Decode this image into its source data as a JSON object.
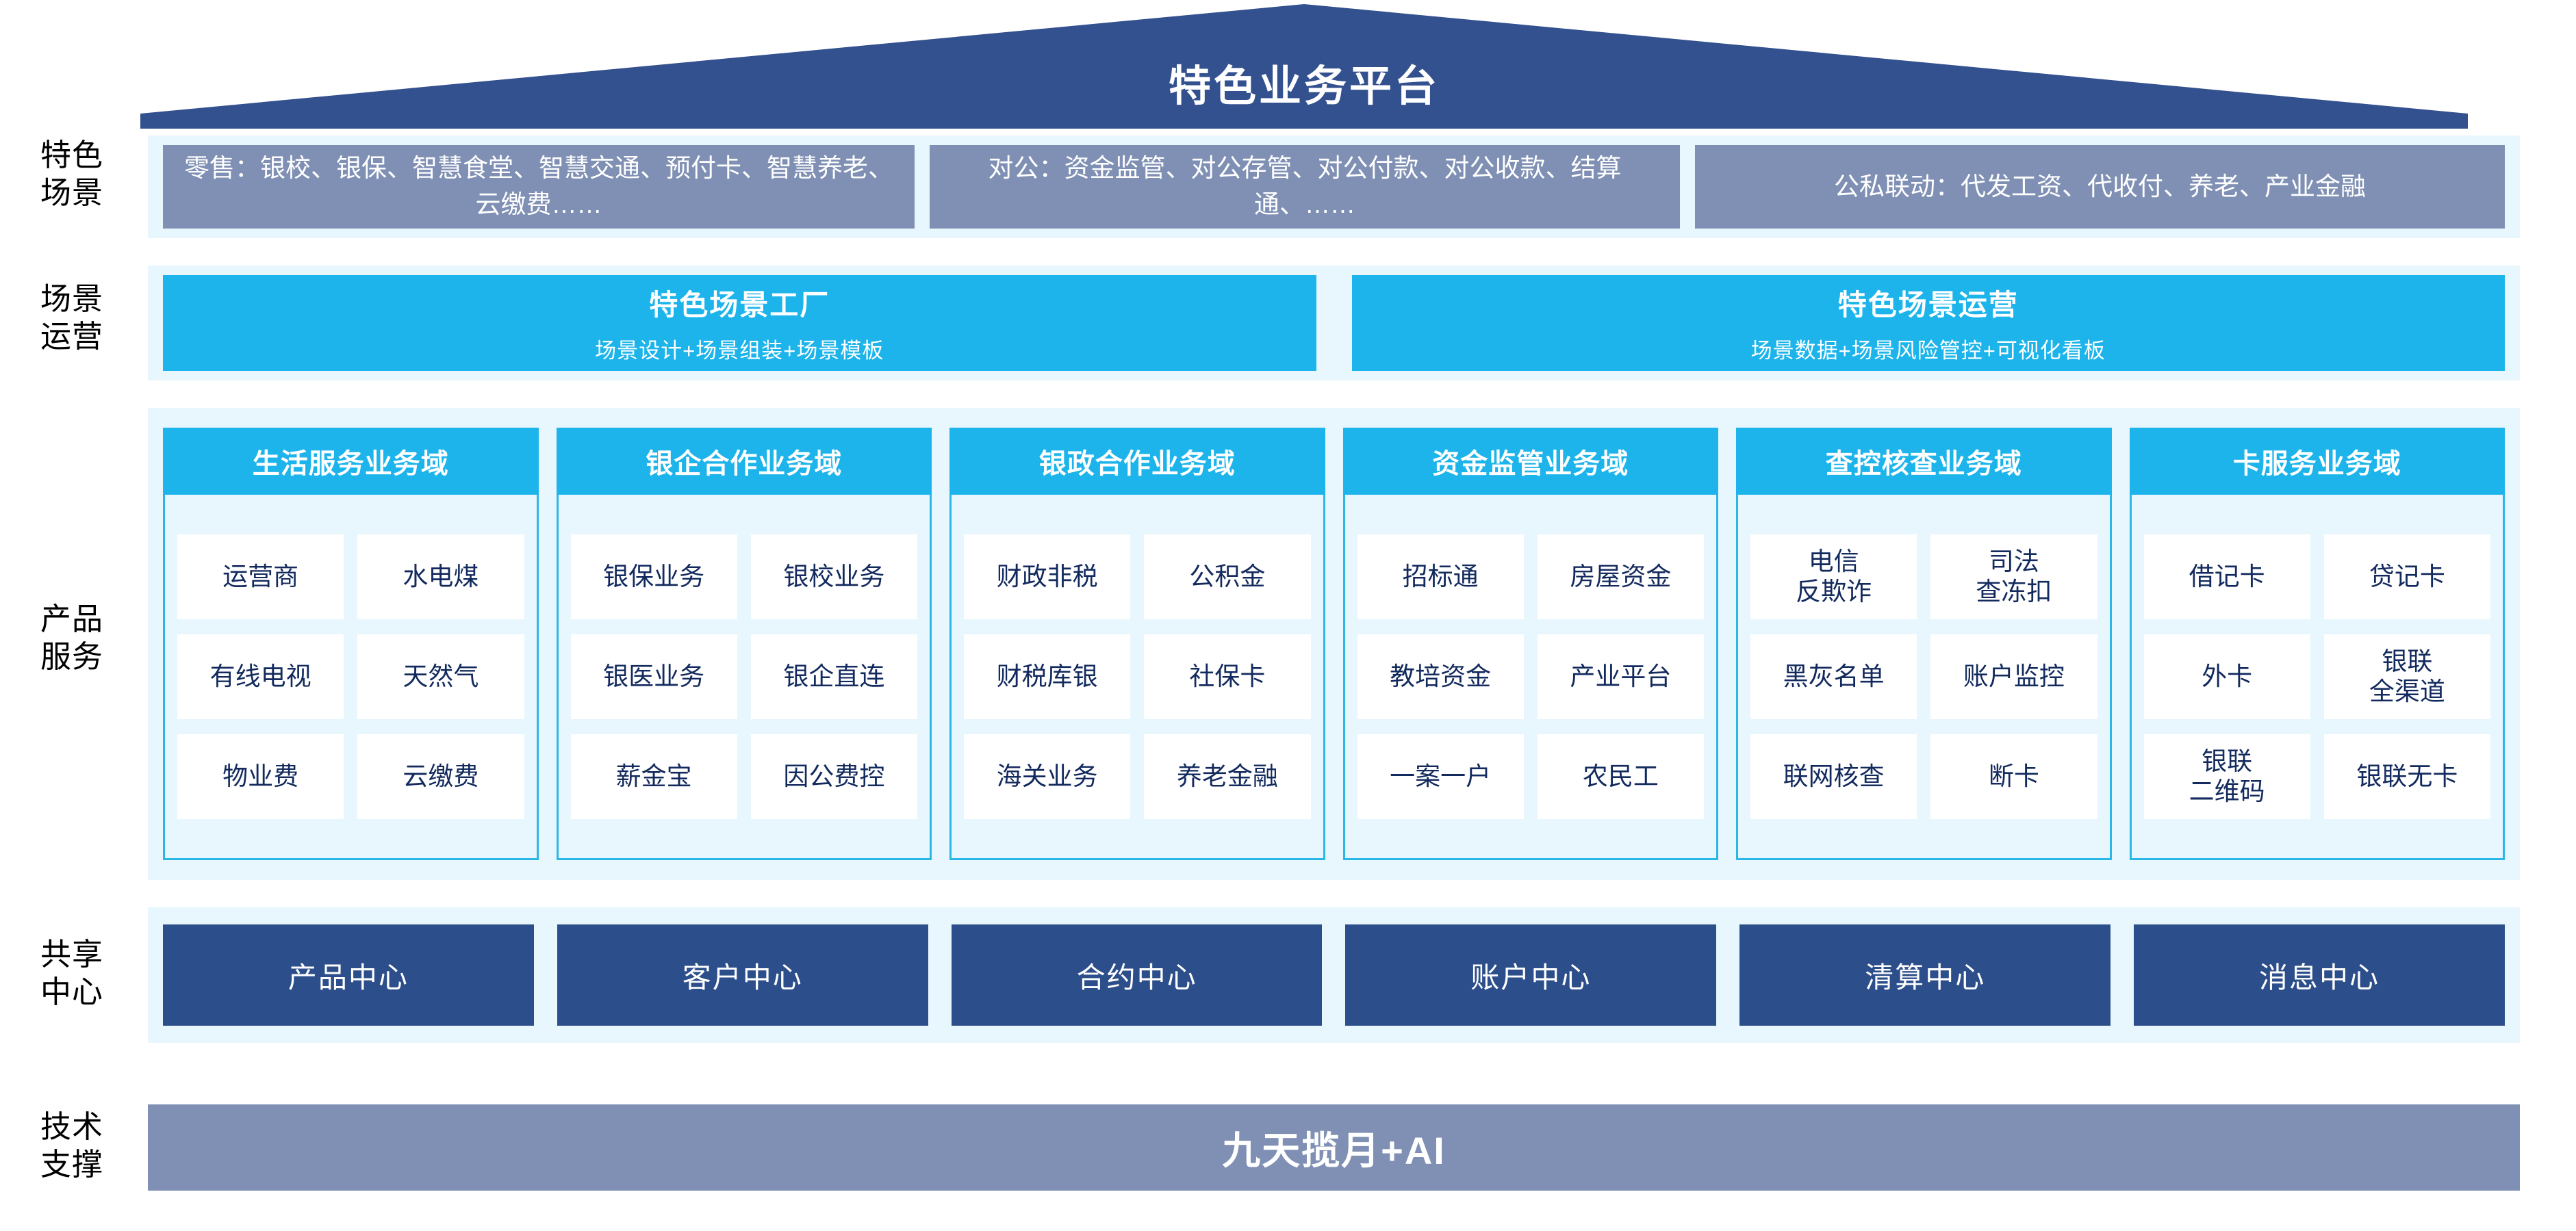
{
  "header": {
    "title": "特色业务平台",
    "roof_color": "#33508f"
  },
  "colors": {
    "band_bg": "#e8f7fd",
    "scenario_box": "#7f90b4",
    "cyan": "#1cb4ea",
    "deep_blue": "#2c4e8a",
    "roof": "#33508f",
    "tech_bar": "#7f90b4",
    "cell_text": "#132a5e"
  },
  "row_labels": {
    "scenario": "特色\n场景",
    "operation": "场景\n运营",
    "product": "产品\n服务",
    "center": "共享\n中心",
    "tech": "技术\n支撑"
  },
  "scenarios": [
    {
      "name": "retail-scenario",
      "text": "零售：银校、银保、智慧食堂、智慧交通、预付卡、智慧养老、云缴费……"
    },
    {
      "name": "corporate-scenario",
      "text": "对公：资金监管、对公存管、对公付款、对公收款、结算通、……"
    },
    {
      "name": "linkage-scenario",
      "text": "公私联动：代发工资、代收付、养老、产业金融"
    }
  ],
  "operations": [
    {
      "title": "特色场景工厂",
      "subtitle": "场景设计+场景组装+场景模板"
    },
    {
      "title": "特色场景运营",
      "subtitle": "场景数据+场景风险管控+可视化看板"
    }
  ],
  "domains": [
    {
      "title": "生活服务业务域",
      "rows": [
        [
          "运营商",
          "水电煤"
        ],
        [
          "有线电视",
          "天然气"
        ],
        [
          "物业费",
          "云缴费"
        ]
      ]
    },
    {
      "title": "银企合作业务域",
      "rows": [
        [
          "银保业务",
          "银校业务"
        ],
        [
          "银医业务",
          "银企直连"
        ],
        [
          "薪金宝",
          "因公费控"
        ]
      ]
    },
    {
      "title": "银政合作业务域",
      "rows": [
        [
          "财政非税",
          "公积金"
        ],
        [
          "财税库银",
          "社保卡"
        ],
        [
          "海关业务",
          "养老金融"
        ]
      ]
    },
    {
      "title": "资金监管业务域",
      "rows": [
        [
          "招标通",
          "房屋资金"
        ],
        [
          "教培资金",
          "产业平台"
        ],
        [
          "一案一户",
          "农民工"
        ]
      ]
    },
    {
      "title": "查控核查业务域",
      "rows": [
        [
          "电信\n反欺诈",
          "司法\n查冻扣"
        ],
        [
          "黑灰名单",
          "账户监控"
        ],
        [
          "联网核查",
          "断卡"
        ]
      ]
    },
    {
      "title": "卡服务业务域",
      "rows": [
        [
          "借记卡",
          "贷记卡"
        ],
        [
          "外卡",
          "银联\n全渠道"
        ],
        [
          "银联\n二维码",
          "银联无卡"
        ]
      ]
    }
  ],
  "shared_centers": [
    "产品中心",
    "客户中心",
    "合约中心",
    "账户中心",
    "清算中心",
    "消息中心"
  ],
  "tech_support": {
    "label": "九天揽月+AI"
  }
}
